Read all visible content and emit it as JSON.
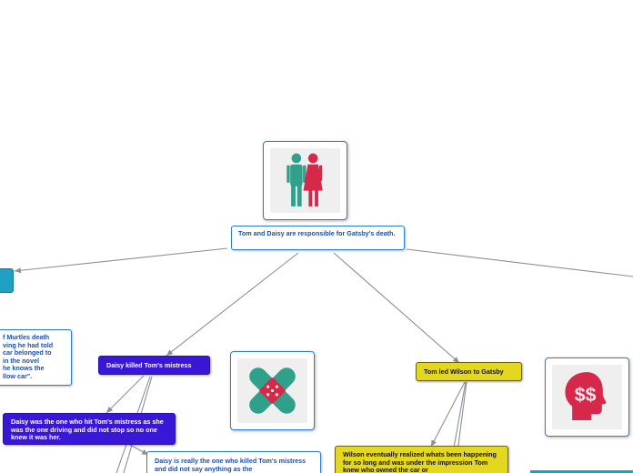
{
  "map": {
    "central": {
      "text": "Tom and Daisy are responsible for Gatsby's death.",
      "icon": "couple-icon"
    },
    "left_stub": {
      "text": ""
    },
    "left_note": {
      "lines": [
        "f Murtles death",
        "ving he had told",
        "car belonged to",
        "in the novel",
        "he knows the",
        "llow car\"."
      ]
    },
    "daisy_killed": {
      "text": "Daisy killed Tom's mistress"
    },
    "bandage_card": {
      "icon": "bandage-icon"
    },
    "daisy_hit": {
      "text": "Daisy was the one who hit Tom's mistress as she was the one driving and did not stop so no one knew it was her."
    },
    "daisy_really": {
      "text": "Daisy is really the one who killed Tom's mistress and did not say anything as the"
    },
    "tom_led": {
      "text": "Tom led Wilson to Gatsby"
    },
    "money_card": {
      "icon": "money-head-icon"
    },
    "wilson_realized": {
      "text": "Wilson eventually realized whats been happening for so long and was under the impression Tom knew who owned the car or"
    },
    "colors": {
      "link": "#8a9097",
      "blue_border": "#2d7bd6",
      "purple": "#3a17d6",
      "yellow": "#e4d71f",
      "teal": "#1e9fc4",
      "icon_teal": "#2fa08a",
      "icon_red": "#d6294a"
    }
  }
}
